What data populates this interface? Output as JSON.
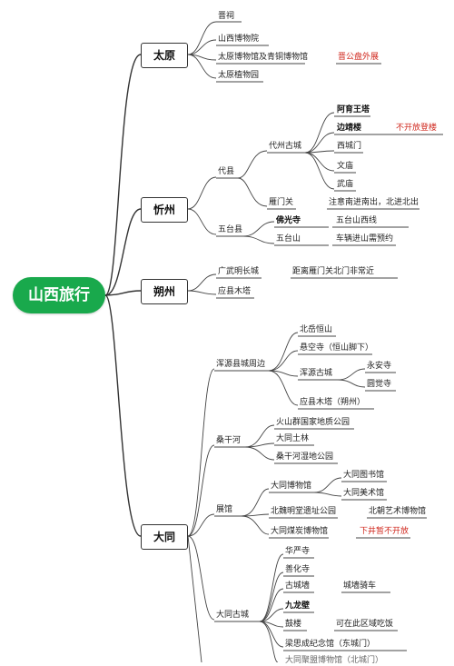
{
  "root": "山西旅行",
  "cities": {
    "taiyuan": "太原",
    "xinzhou": "忻州",
    "shuozhou": "朔州",
    "datong": "大同"
  },
  "taiyuan": {
    "jinci": "晋祠",
    "museum": "山西博物院",
    "bronze": "太原博物馆及青铜博物馆",
    "bronze_note": "晋公盘外展",
    "botanical": "太原植物园"
  },
  "xinzhou": {
    "daixian": "代县",
    "daizhou": "代州古城",
    "ayuwang": "阿育王塔",
    "bianjing": "边靖楼",
    "bianjing_note": "不开放登楼",
    "ximen": "西城门",
    "wenmiao": "文庙",
    "wumiao": "武庙",
    "yanmen": "雁门关",
    "yanmen_note": "注意南进南出，北进北出",
    "wutai": "五台县",
    "foguang": "佛光寺",
    "foguang_note": "五台山西线",
    "wutaishan": "五台山",
    "wutaishan_note": "车辆进山需预约"
  },
  "shuozhou": {
    "guangwu": "广武明长城",
    "guangwu_note": "距离雁门关北门非常近",
    "muta": "应县木塔"
  },
  "datong": {
    "hunyuan": "浑源县城周边",
    "hengshan": "北岳恒山",
    "xuankong": "悬空寺（恒山脚下）",
    "hunyuan_old": "浑源古城",
    "yongan": "永安寺",
    "yuanjue": "圆觉寺",
    "muta": "应县木塔（朔州）",
    "sanggan": "桑干河",
    "volcano": "火山群国家地质公园",
    "tulin": "大同土林",
    "wetland": "桑干河湿地公园",
    "halls": "展馆",
    "dt_museum": "大同博物馆",
    "library": "大同图书馆",
    "art": "大同美术馆",
    "beiwei": "北魏明堂遗址公园",
    "beichao": "北朝艺术博物馆",
    "coal": "大同煤炭博物馆",
    "coal_note": "下井暂不开放",
    "old_city": "大同古城",
    "huayan": "华严寺",
    "shanhua": "善化寺",
    "wall": "古城墙",
    "wall_note": "城墙骑车",
    "jiulong": "九龙壁",
    "gulou": "鼓楼",
    "gulou_note": "可在此区域吃饭",
    "liang": "梁思成纪念馆（东城门）",
    "partial": "大同聚盟博物馆（北城门）"
  }
}
